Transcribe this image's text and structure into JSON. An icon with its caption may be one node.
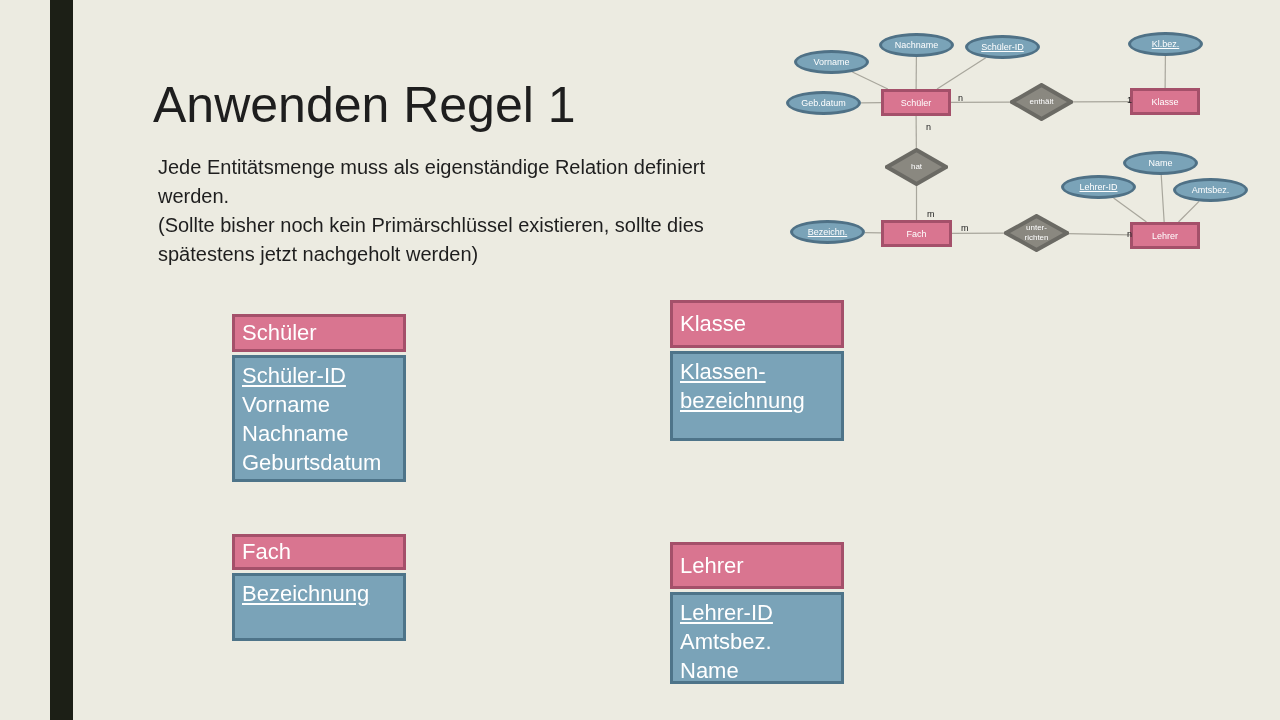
{
  "diagram": {
    "title": "Anwenden Regel 1",
    "nodes": [
      {
        "text": [
          "Nachname"
        ]
      },
      {
        "text": [
          "Schüler-ID"
        ]
      },
      {
        "text": [
          "Kl.bez."
        ]
      },
      {
        "text": [
          "Vorname"
        ]
      },
      {
        "text": [
          "Geb.datum"
        ]
      },
      {
        "text": [
          "Schüler"
        ]
      },
      {
        "text": [
          "enthält"
        ]
      },
      {
        "text": [
          "Klasse"
        ]
      },
      {
        "text": [
          "hat"
        ]
      },
      {
        "text": [
          "Name"
        ]
      },
      {
        "text": [
          "Lehrer-ID"
        ]
      },
      {
        "text": [
          "Amtsbez."
        ]
      },
      {
        "text": [
          "Bezeichn."
        ]
      },
      {
        "text": [
          "Fach"
        ]
      },
      {
        "text": [
          "unter- richten"
        ]
      },
      {
        "text": [
          "Lehrer"
        ]
      },
      {
        "text": [
          "Schüler",
          "Schüler-ID",
          "Vorname",
          "Nachname",
          "Geburtsdatum"
        ]
      },
      {
        "text": [
          "Klasse",
          "Klassen- bezeichnung"
        ]
      },
      {
        "text": [
          "Fach",
          "Bezeichnung"
        ]
      },
      {
        "text": [
          "Lehrer",
          "Lehrer-ID",
          "Amtsbez.",
          "Name"
        ]
      },
      {
        "text": [],
        "shape": "bar"
      }
    ],
    "edges": [
      {
        "from": 0,
        "to": 5,
        "arrow": "none"
      },
      {
        "from": 1,
        "to": 5,
        "arrow": "none"
      },
      {
        "from": 3,
        "to": 5,
        "arrow": "none"
      },
      {
        "from": 4,
        "to": 5,
        "arrow": "none"
      },
      {
        "from": 2,
        "to": 7,
        "arrow": "none"
      },
      {
        "from": 5,
        "to": 6,
        "label": "n",
        "arrow": "none"
      },
      {
        "from": 6,
        "to": 7,
        "label": "1",
        "arrow": "none"
      },
      {
        "from": 5,
        "to": 8,
        "label": "n",
        "arrow": "none"
      },
      {
        "from": 8,
        "to": 13,
        "label": "m",
        "arrow": "none"
      },
      {
        "from": 9,
        "to": 15,
        "arrow": "none"
      },
      {
        "from": 10,
        "to": 15,
        "arrow": "none"
      },
      {
        "from": 11,
        "to": 15,
        "arrow": "none"
      },
      {
        "from": 12,
        "to": 13,
        "arrow": "none"
      },
      {
        "from": 13,
        "to": 14,
        "label": "m",
        "arrow": "none"
      },
      {
        "from": 14,
        "to": 15,
        "label": "n",
        "arrow": "none"
      }
    ],
    "labels": [
      "Jede Entitätsmenge muss als eigenständige Relation definiert werden.",
      "(Sollte bisher noch kein Primärschlüssel existieren, sollte dies spätestens jetzt nachgeholt werden)"
    ]
  }
}
